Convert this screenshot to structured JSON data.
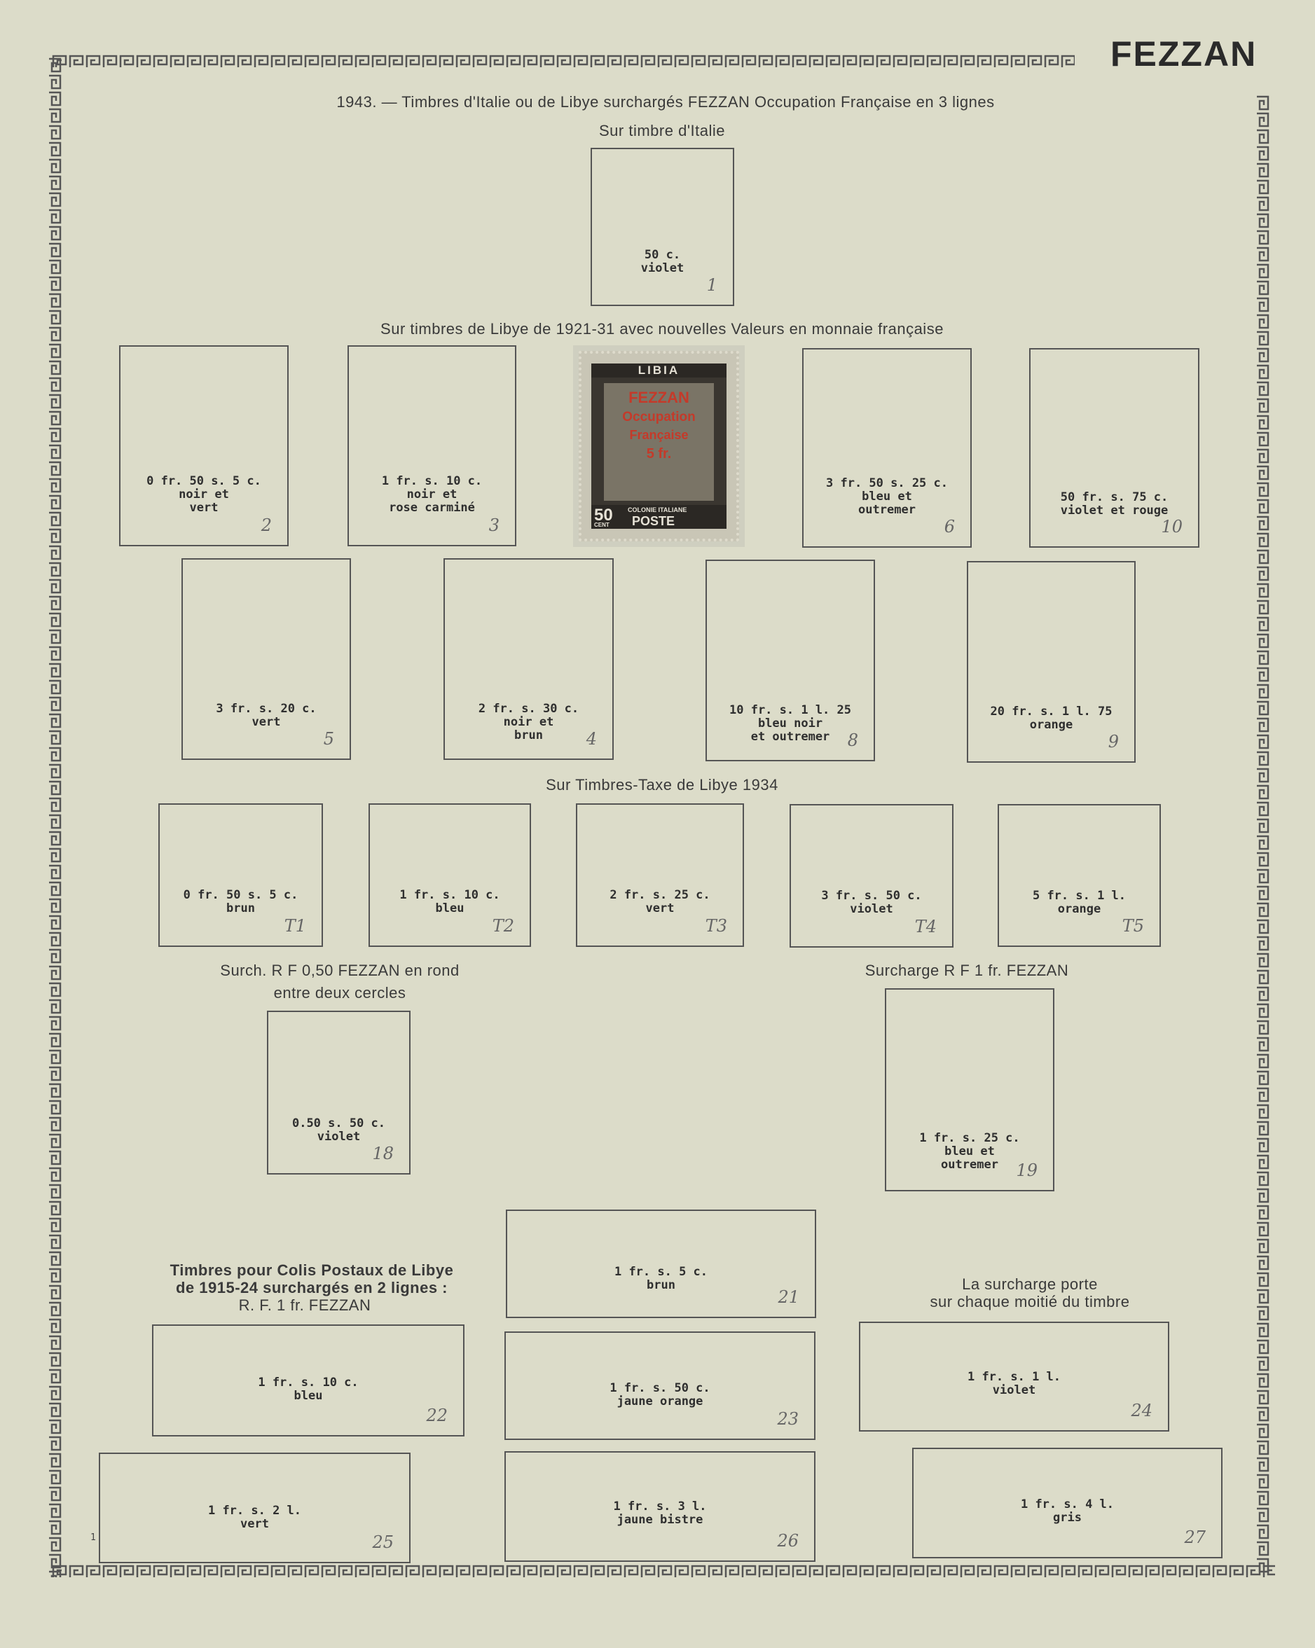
{
  "page": {
    "title": "FEZZAN",
    "footer_mark": "1"
  },
  "captions": {
    "header_line": "1943. — Timbres d'Italie ou de Libye surchargés FEZZAN Occupation Française en 3 lignes",
    "italie": "Sur timbre d'Italie",
    "libye": "Sur timbres de Libye de 1921-31 avec nouvelles Valeurs en monnaie française",
    "taxe": "Sur Timbres-Taxe de Libye 1934",
    "surch_rond_1": "Surch. R F 0,50 FEZZAN en rond",
    "surch_rond_2": "entre deux cercles",
    "surch_rf1": "Surcharge R F 1 fr. FEZZAN",
    "colis_1": "Timbres pour Colis Postaux de Libye",
    "colis_2": "de 1915-24 surchargés en 2 lignes :",
    "colis_3": "R. F. 1 fr. FEZZAN",
    "moitie_1": "La surcharge porte",
    "moitie_2": "sur chaque moitié du timbre"
  },
  "stamp": {
    "top_text": "LIBIA",
    "overprint_1": "FEZZAN",
    "overprint_2": "Occupation",
    "overprint_3": "Française",
    "overprint_4": "5 fr.",
    "value": "50",
    "cent": "CENT",
    "colonie": "COLONIE ITALIANE",
    "poste": "POSTE"
  },
  "slots": {
    "s1": {
      "desc": [
        "50 c.",
        "violet"
      ],
      "num": "1"
    },
    "s2": {
      "desc": [
        "0 fr. 50 s. 5 c.",
        "noir et",
        "vert"
      ],
      "num": "2"
    },
    "s3": {
      "desc": [
        "1 fr. s. 10 c.",
        "noir et",
        "rose carminé"
      ],
      "num": "3"
    },
    "s6": {
      "desc": [
        "3 fr. 50 s. 25 c.",
        "bleu et",
        "outremer"
      ],
      "num": "6"
    },
    "s10": {
      "desc": [
        "50 fr. s. 75 c.",
        "violet et rouge"
      ],
      "num": "10"
    },
    "s5": {
      "desc": [
        "3 fr. s. 20 c.",
        "vert"
      ],
      "num": "5"
    },
    "s4": {
      "desc": [
        "2 fr. s. 30 c.",
        "noir et",
        "brun"
      ],
      "num": "4"
    },
    "s8": {
      "desc": [
        "10 fr. s. 1 l. 25",
        "bleu noir",
        "et outremer"
      ],
      "num": "8"
    },
    "s9": {
      "desc": [
        "20 fr. s. 1 l. 75",
        "orange"
      ],
      "num": "9"
    },
    "t1": {
      "desc": [
        "0 fr. 50 s. 5 c.",
        "brun"
      ],
      "num": "T1"
    },
    "t2": {
      "desc": [
        "1 fr. s. 10 c.",
        "bleu"
      ],
      "num": "T2"
    },
    "t3": {
      "desc": [
        "2 fr. s. 25 c.",
        "vert"
      ],
      "num": "T3"
    },
    "t4": {
      "desc": [
        "3 fr. s. 50 c.",
        "violet"
      ],
      "num": "T4"
    },
    "t5": {
      "desc": [
        "5 fr. s. 1 l.",
        "orange"
      ],
      "num": "T5"
    },
    "s18": {
      "desc": [
        "0.50 s. 50 c.",
        "violet"
      ],
      "num": "18"
    },
    "s19": {
      "desc": [
        "1 fr. s. 25 c.",
        "bleu et",
        "outremer"
      ],
      "num": "19"
    },
    "s21": {
      "desc": [
        "1 fr. s. 5 c.",
        "brun"
      ],
      "num": "21"
    },
    "s22": {
      "desc": [
        "1 fr. s. 10 c.",
        "bleu"
      ],
      "num": "22"
    },
    "s23": {
      "desc": [
        "1 fr. s. 50 c.",
        "jaune orange"
      ],
      "num": "23"
    },
    "s24": {
      "desc": [
        "1 fr. s. 1 l.",
        "violet"
      ],
      "num": "24"
    },
    "s25": {
      "desc": [
        "1 fr. s. 2 l.",
        "vert"
      ],
      "num": "25"
    },
    "s26": {
      "desc": [
        "1 fr. s. 3 l.",
        "jaune bistre"
      ],
      "num": "26"
    },
    "s27": {
      "desc": [
        "1 fr. s. 4 l.",
        "gris"
      ],
      "num": "27"
    }
  }
}
